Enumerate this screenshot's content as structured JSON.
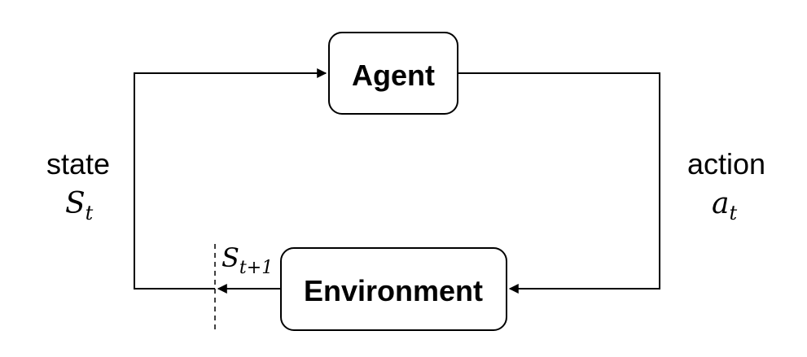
{
  "nodes": {
    "agent": {
      "label": "Agent"
    },
    "environment": {
      "label": "Environment"
    }
  },
  "labels": {
    "state_word": "state",
    "state_symbol": "S",
    "state_subscript": "t",
    "action_word": "action",
    "action_symbol": "a",
    "action_subscript": "t",
    "next_state_symbol": "S",
    "next_state_subscript": "t+1"
  }
}
